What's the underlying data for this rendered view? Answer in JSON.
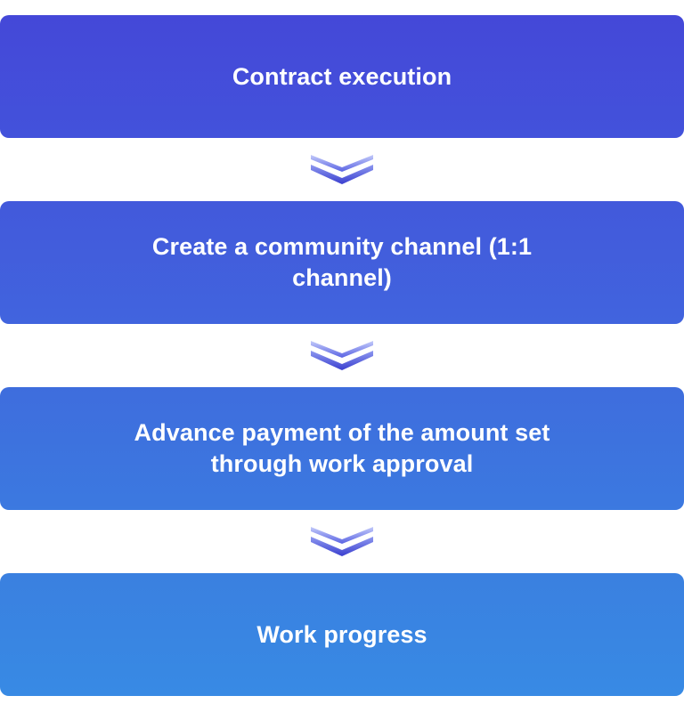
{
  "diagram": {
    "steps": [
      {
        "label": "Contract execution"
      },
      {
        "label": "Create a community channel (1:1 channel)"
      },
      {
        "label": "Advance payment of the amount set through work approval"
      },
      {
        "label": "Work progress"
      }
    ]
  },
  "colors": {
    "step_1": "#4448d8",
    "step_2": "#4164de",
    "step_3": "#3c79e0",
    "step_4": "#388ae4",
    "arrow_light": "#a9b3f5",
    "arrow_dark": "#3a3fcf"
  }
}
